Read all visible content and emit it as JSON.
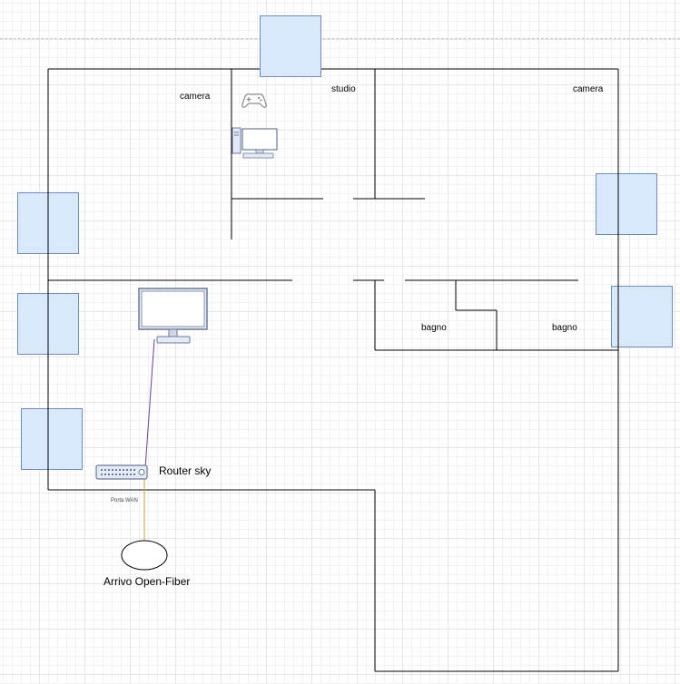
{
  "colors": {
    "wall": "#000000",
    "window_fill": "#dae8fc",
    "window_stroke": "#6c8ebf",
    "cable_ethernet": "#6a3fa0",
    "cable_fiber": "#c9a227",
    "device_stroke": "#6b7a99",
    "device_fill": "#e4ebf6"
  },
  "rooms": {
    "camera_left": "camera",
    "studio": "studio",
    "camera_right": "camera",
    "bagno_left": "bagno",
    "bagno_right": "bagno"
  },
  "devices": {
    "router_label": "Router sky",
    "wan_port_label": "Porta WAN",
    "fiber_label": "Arrivo Open-Fiber"
  },
  "icons": {
    "gamepad": "gamepad-icon",
    "desktop_pc": "desktop-pc-icon",
    "monitor": "monitor-icon",
    "router": "router-icon"
  }
}
